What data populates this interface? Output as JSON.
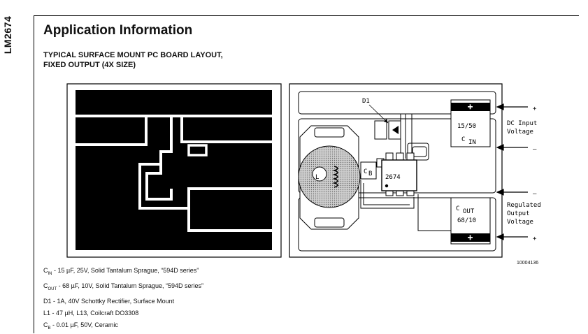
{
  "header": {
    "side_label": "LM2674",
    "title": "Application Information",
    "subtitle_line1": "TYPICAL SURFACE MOUNT PC BOARD LAYOUT,",
    "subtitle_line2": "FIXED OUTPUT (4X SIZE)"
  },
  "figure": {
    "d1_label": "D1",
    "dc_input_line1": "DC Input",
    "dc_input_line2": "Voltage",
    "plus_sign": "+",
    "minus_sign": "–",
    "regulated_line1": "Regulated",
    "regulated_line2": "Output",
    "regulated_line3": "Voltage",
    "cin_value": "15/50",
    "cin_label": "C",
    "cin_sub": "IN",
    "cout_label": "C",
    "cout_sub": "OUT",
    "cout_value": "68/10",
    "inductor_label": "L",
    "cb_label": "C",
    "cb_sub": "B",
    "ic_label": "2674",
    "figure_number": "10004136"
  },
  "notes": [
    {
      "sym": "C",
      "sub": "IN",
      "text": " - 15 µF, 25V, Solid Tantalum Sprague, “594D series”"
    },
    {
      "sym": "C",
      "sub": "OUT",
      "text": " - 68 µF, 10V, Solid Tantalum Sprague, “594D series”"
    },
    {
      "sym": "D1",
      "sub": "",
      "text": " - 1A, 40V Schottky Rectifier, Surface Mount"
    },
    {
      "sym": "L1",
      "sub": "",
      "text": " - 47 µH, L13, Coilcraft DO3308"
    },
    {
      "sym": "C",
      "sub": "B",
      "text": " - 0.01 µF, 50V, Ceramic"
    }
  ]
}
